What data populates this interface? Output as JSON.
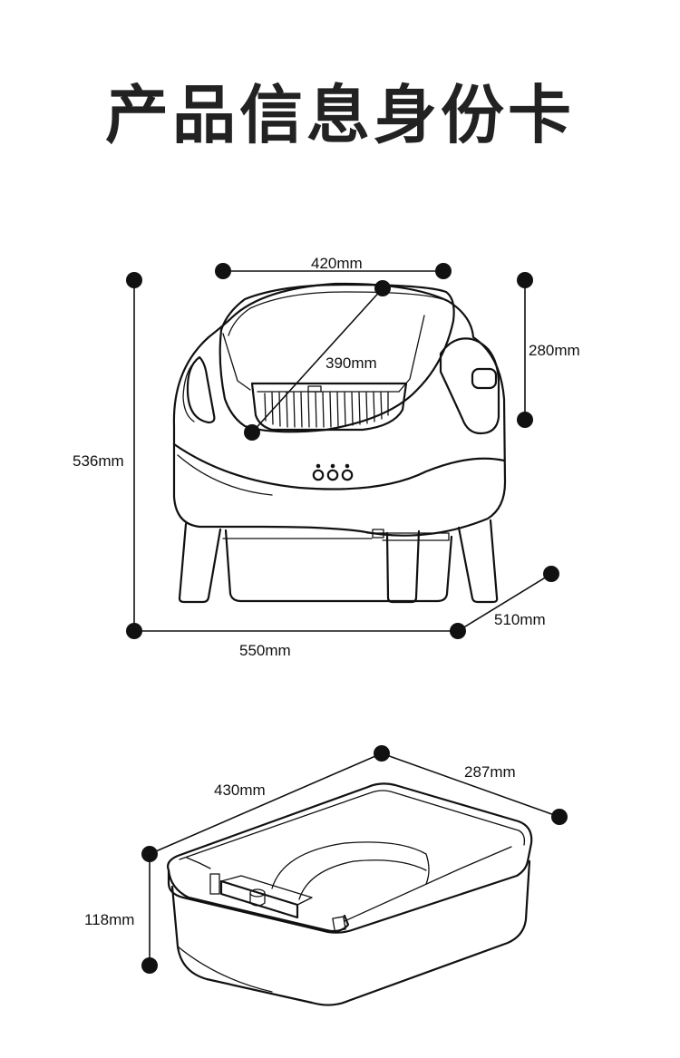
{
  "page": {
    "title": "产品信息身份卡"
  },
  "product": {
    "dimensions": {
      "top_width": "420mm",
      "diagonal_opening": "390mm",
      "side_height": "280mm",
      "total_height": "536mm",
      "base_width": "550mm",
      "depth": "510mm"
    },
    "indicator_icons": [
      "indicator-light-icon",
      "indicator-light-icon",
      "indicator-light-icon"
    ]
  },
  "tray": {
    "dimensions": {
      "length": "430mm",
      "width": "287mm",
      "height": "118mm"
    }
  },
  "colors": {
    "line": "#111111",
    "background": "#ffffff"
  }
}
